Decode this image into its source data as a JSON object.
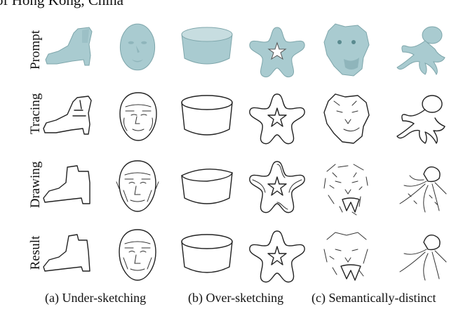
{
  "header": {
    "affiliation": "of Hong Kong, China"
  },
  "rows": [
    {
      "label": "Prompt"
    },
    {
      "label": "Tracing"
    },
    {
      "label": "Drawing"
    },
    {
      "label": "Result"
    }
  ],
  "captions": [
    {
      "text": "(a) Under-sketching"
    },
    {
      "text": "(b) Over-sketching"
    },
    {
      "text": "(c) Semantically-distinct"
    }
  ],
  "colors": {
    "model_fill": "#a9cbd0",
    "sketch_stroke": "#222222"
  },
  "objects": [
    "boot-icon",
    "head-icon",
    "cylinder-icon",
    "star-icon",
    "tiger-icon",
    "octopus-icon"
  ]
}
